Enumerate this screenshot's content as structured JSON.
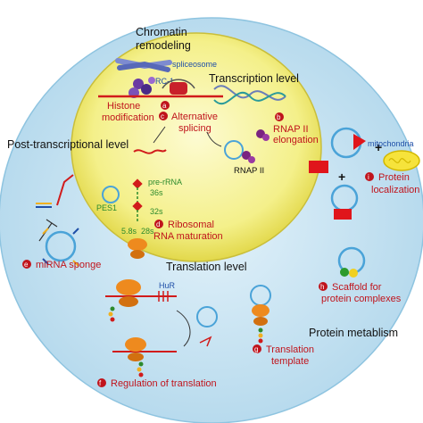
{
  "colors": {
    "cell": "#c9e4f2",
    "nucleus": "#f4f08a",
    "circ_rna": "#4aa3d8",
    "ribosome": "#ee8a1e",
    "red_protein": "#e0151b",
    "label_red": "#c0141c",
    "label_green": "#2c8a2c"
  },
  "nucleus": {
    "chromatin": "Chromatin",
    "remodeling": "remodeling",
    "transcription_level": "Transcription level",
    "spliceosome": "spliceosome",
    "prc1": "PRC-1",
    "histone_1": "Histone",
    "histone_2": "modification",
    "histone_marker": "a",
    "alt_splicing_1": "Alternative",
    "alt_splicing_2": "splicing",
    "alt_splicing_marker": "c",
    "rnap_elong_1": "RNAP II",
    "rnap_elong_2": "elongation",
    "rnap_elong_marker": "b",
    "rnap": "RNAP II",
    "pre_rrna": "pre-rRNA",
    "s36": "36s",
    "pes1": "PES1",
    "s32": "32s",
    "ribo_1": "Ribosomal",
    "ribo_2": "RNA maturation",
    "ribo_marker": "d",
    "s58": "5.8s",
    "s28": "28s"
  },
  "cytoplasm": {
    "post_transcriptional": "Post-transcriptional level",
    "mirna_sponge": "miRNA sponge",
    "mirna_marker": "e",
    "translation_level": "Translation level",
    "hur": "HuR",
    "regulation": "Regulation of translation",
    "regulation_marker": "f",
    "template_1": "Translation",
    "template_2": "template",
    "template_marker": "g",
    "mitochondria": "mitochondria",
    "protein_loc_1": "Protein",
    "protein_loc_2": "localization",
    "protein_loc_marker": "i",
    "scaffold_1": "Scaffold for",
    "scaffold_2": "protein complexes",
    "scaffold_marker": "h",
    "protein_metabolism": "Protein metablism",
    "plus": "+",
    "plus2": "+"
  }
}
